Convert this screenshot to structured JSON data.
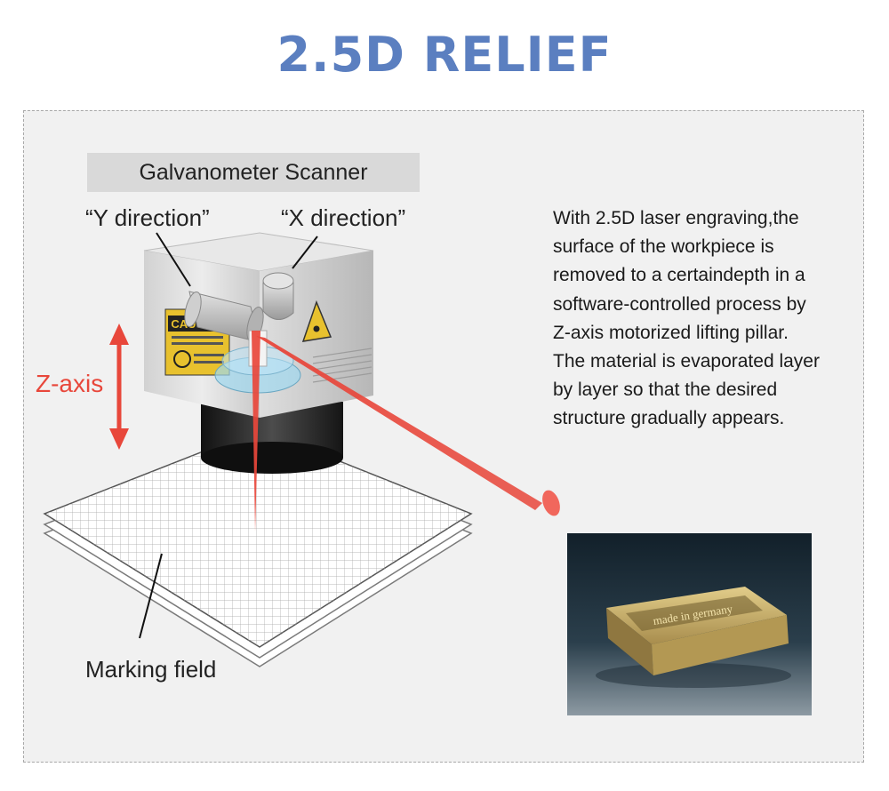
{
  "title": "2.5D RELIEF",
  "diagram": {
    "scanner_label": "Galvanometer Scanner",
    "y_direction_label": "“Y direction”",
    "x_direction_label": "“X direction”",
    "z_axis_label": "Z-axis",
    "marking_field_label": "Marking field",
    "caution_text": "CAUTION",
    "accent_color": "#e8473b"
  },
  "description_lines": [
    "With 2.5D laser engraving,the",
    "surface of the workpiece is",
    "removed to a certaindepth in a",
    "software-controlled process by",
    "Z-axis motorized lifting pillar.",
    "The material is evaporated layer",
    "by layer so that the desired",
    "structure gradually appears."
  ],
  "product": {
    "engraved_text": "made in germany"
  }
}
